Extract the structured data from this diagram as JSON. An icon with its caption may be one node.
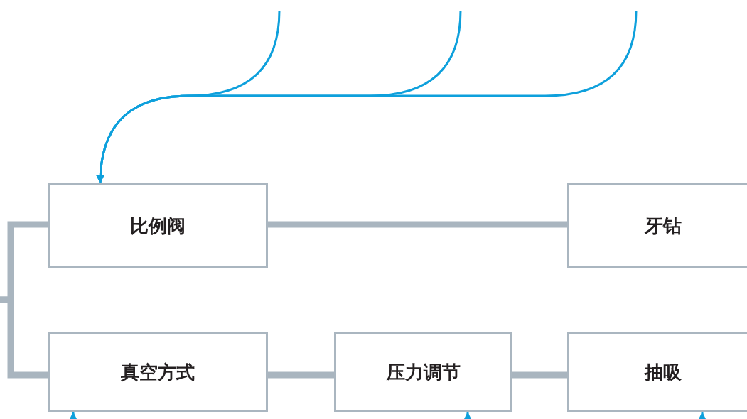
{
  "diagram": {
    "nodes": [
      {
        "text": [
          "比例阀"
        ]
      },
      {
        "text": [
          "牙钻"
        ]
      },
      {
        "text": [
          "真空方式"
        ]
      },
      {
        "text": [
          "压力调节"
        ]
      },
      {
        "text": [
          "抽吸"
        ]
      }
    ],
    "edges": [
      {
        "from": null,
        "to": 0,
        "arrow": "none",
        "style": "thick",
        "color": "#a9b5bf"
      },
      {
        "from": null,
        "to": 2,
        "arrow": "none",
        "style": "thick",
        "color": "#a9b5bf"
      },
      {
        "from": 0,
        "to": 1,
        "arrow": "none",
        "style": "thick",
        "color": "#a9b5bf"
      },
      {
        "from": 2,
        "to": 3,
        "arrow": "none",
        "style": "thick",
        "color": "#a9b5bf"
      },
      {
        "from": 3,
        "to": 4,
        "arrow": "none",
        "style": "thick",
        "color": "#a9b5bf"
      },
      {
        "from": null,
        "to": 0,
        "arrow": "to",
        "color": "#0ea0dc"
      },
      {
        "from": null,
        "to": 0,
        "arrow": "to",
        "color": "#0ea0dc"
      },
      {
        "from": null,
        "to": 0,
        "arrow": "to",
        "color": "#0ea0dc"
      },
      {
        "from": null,
        "to": 2,
        "arrow": "to",
        "color": "#0ea0dc"
      },
      {
        "from": null,
        "to": 3,
        "arrow": "to",
        "color": "#0ea0dc"
      },
      {
        "from": null,
        "to": 4,
        "arrow": "to",
        "color": "#0ea0dc"
      }
    ]
  }
}
